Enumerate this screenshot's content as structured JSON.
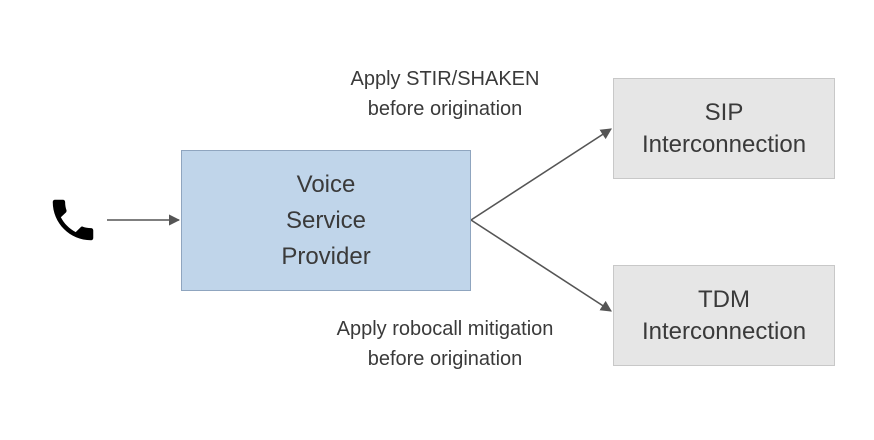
{
  "colors": {
    "voice_service_provider_fill": "#c0d5ea",
    "interconnection_fill": "#e6e6e6",
    "arrow": "#555555",
    "text": "#3a3a3a",
    "phone_icon": "#000000"
  },
  "phone": {
    "icon": "phone-handset-icon"
  },
  "voice_service_provider": {
    "lines": [
      "Voice",
      "Service",
      "Provider"
    ]
  },
  "sip_interconnection": {
    "lines": [
      "SIP",
      "Interconnection"
    ]
  },
  "tdm_interconnection": {
    "lines": [
      "TDM",
      "Interconnection"
    ]
  },
  "annotations": {
    "top": [
      "Apply STIR/SHAKEN",
      "before origination"
    ],
    "bottom": [
      "Apply robocall mitigation",
      "before origination"
    ]
  }
}
